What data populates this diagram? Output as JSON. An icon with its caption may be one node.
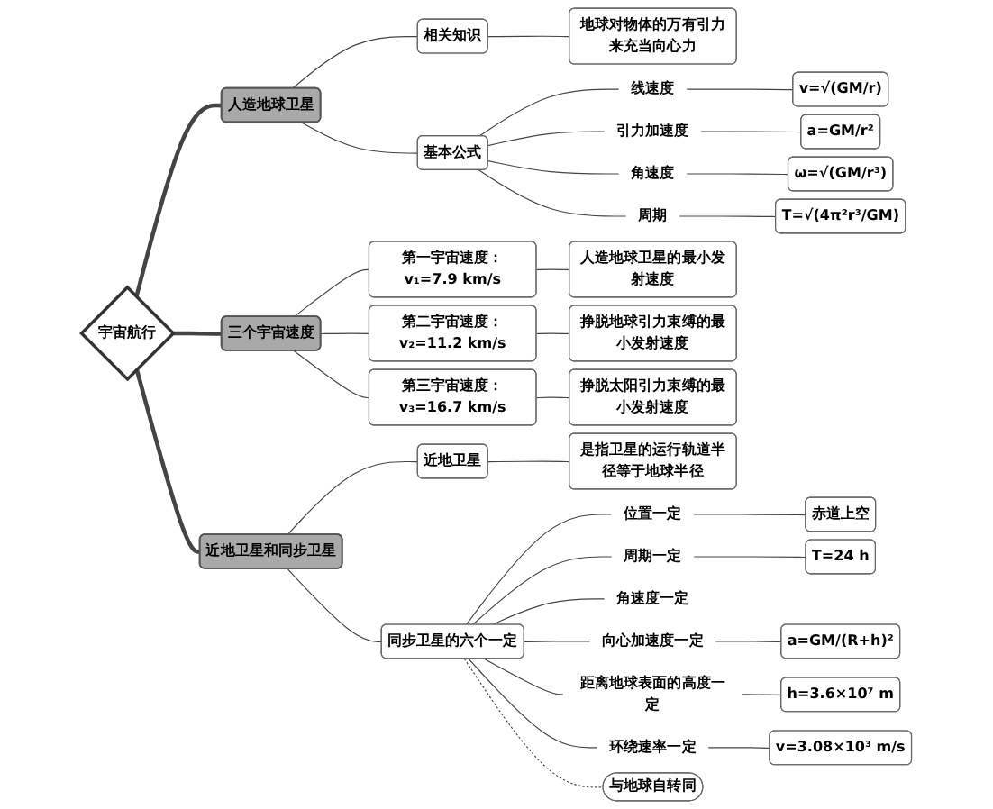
{
  "diagram": {
    "nodes": [
      {
        "text": [
          "宇宙航行"
        ]
      },
      {
        "text": [
          "人造地球卫星"
        ]
      },
      {
        "text": [
          "相关知识"
        ]
      },
      {
        "text": [
          "地球对物体的万有引力来充当向心力"
        ]
      },
      {
        "text": [
          "基本公式"
        ]
      },
      {
        "text": [
          "线速度"
        ]
      },
      {
        "text": [
          "v=√(GM/r)"
        ]
      },
      {
        "text": [
          "引力加速度"
        ]
      },
      {
        "text": [
          "a=GM/r²"
        ]
      },
      {
        "text": [
          "角速度"
        ]
      },
      {
        "text": [
          "ω=√(GM/r³)"
        ]
      },
      {
        "text": [
          "周期"
        ]
      },
      {
        "text": [
          "T=√(4π²r³/GM)"
        ]
      },
      {
        "text": [
          "三个宇宙速度"
        ]
      },
      {
        "text": [
          "第一宇宙速度：v₁=7.9 km/s"
        ]
      },
      {
        "text": [
          "人造地球卫星的最小发射速度"
        ]
      },
      {
        "text": [
          "第二宇宙速度：v₂=11.2 km/s"
        ]
      },
      {
        "text": [
          "挣脱地球引力束缚的最小发射速度"
        ]
      },
      {
        "text": [
          "第三宇宙速度：v₃=16.7 km/s"
        ]
      },
      {
        "text": [
          "挣脱太阳引力束缚的最小发射速度"
        ]
      },
      {
        "text": [
          "近地卫星和同步卫星"
        ]
      },
      {
        "text": [
          "近地卫星"
        ]
      },
      {
        "text": [
          "是指卫星的运行轨道半径等于地球半径"
        ]
      },
      {
        "text": [
          "同步卫星的六个一定"
        ]
      },
      {
        "text": [
          "位置一定"
        ]
      },
      {
        "text": [
          "赤道上空"
        ]
      },
      {
        "text": [
          "周期一定"
        ]
      },
      {
        "text": [
          "T=24 h"
        ]
      },
      {
        "text": [
          "角速度一定"
        ]
      },
      {
        "text": [
          "向心加速度一定"
        ]
      },
      {
        "text": [
          "a=GM/(R+h)²"
        ]
      },
      {
        "text": [
          "距离地球表面的高度一定"
        ]
      },
      {
        "text": [
          "h=3.6×10⁷ m"
        ]
      },
      {
        "text": [
          "环绕速率一定"
        ]
      },
      {
        "text": [
          "v=3.08×10³ m/s"
        ]
      },
      {
        "text": [
          "与地球自转同"
        ]
      }
    ],
    "edges": [
      {
        "from": 0,
        "to": 1,
        "arrow": "none",
        "style": "thick"
      },
      {
        "from": 0,
        "to": 13,
        "arrow": "none",
        "style": "thick"
      },
      {
        "from": 0,
        "to": 20,
        "arrow": "none",
        "style": "thick"
      },
      {
        "from": 1,
        "to": 2,
        "arrow": "none"
      },
      {
        "from": 1,
        "to": 4,
        "arrow": "none"
      },
      {
        "from": 2,
        "to": 3,
        "arrow": "none"
      },
      {
        "from": 4,
        "to": 5,
        "arrow": "none"
      },
      {
        "from": 4,
        "to": 7,
        "arrow": "none"
      },
      {
        "from": 4,
        "to": 9,
        "arrow": "none"
      },
      {
        "from": 4,
        "to": 11,
        "arrow": "none"
      },
      {
        "from": 5,
        "to": 6,
        "arrow": "none"
      },
      {
        "from": 7,
        "to": 8,
        "arrow": "none"
      },
      {
        "from": 9,
        "to": 10,
        "arrow": "none"
      },
      {
        "from": 11,
        "to": 12,
        "arrow": "none"
      },
      {
        "from": 13,
        "to": 14,
        "arrow": "none"
      },
      {
        "from": 13,
        "to": 16,
        "arrow": "none"
      },
      {
        "from": 13,
        "to": 18,
        "arrow": "none"
      },
      {
        "from": 14,
        "to": 15,
        "arrow": "none"
      },
      {
        "from": 16,
        "to": 17,
        "arrow": "none"
      },
      {
        "from": 18,
        "to": 19,
        "arrow": "none"
      },
      {
        "from": 20,
        "to": 21,
        "arrow": "none"
      },
      {
        "from": 20,
        "to": 23,
        "arrow": "none"
      },
      {
        "from": 21,
        "to": 22,
        "arrow": "none"
      },
      {
        "from": 23,
        "to": 24,
        "arrow": "none"
      },
      {
        "from": 23,
        "to": 26,
        "arrow": "none"
      },
      {
        "from": 23,
        "to": 28,
        "arrow": "none"
      },
      {
        "from": 23,
        "to": 29,
        "arrow": "none"
      },
      {
        "from": 23,
        "to": 31,
        "arrow": "none"
      },
      {
        "from": 23,
        "to": 33,
        "arrow": "none"
      },
      {
        "from": 24,
        "to": 25,
        "arrow": "none"
      },
      {
        "from": 26,
        "to": 27,
        "arrow": "none"
      },
      {
        "from": 29,
        "to": 30,
        "arrow": "none"
      },
      {
        "from": 31,
        "to": 32,
        "arrow": "none"
      },
      {
        "from": 33,
        "to": 34,
        "arrow": "none"
      },
      {
        "from": 23,
        "to": 35,
        "arrow": "none",
        "style": "dashed"
      }
    ]
  }
}
